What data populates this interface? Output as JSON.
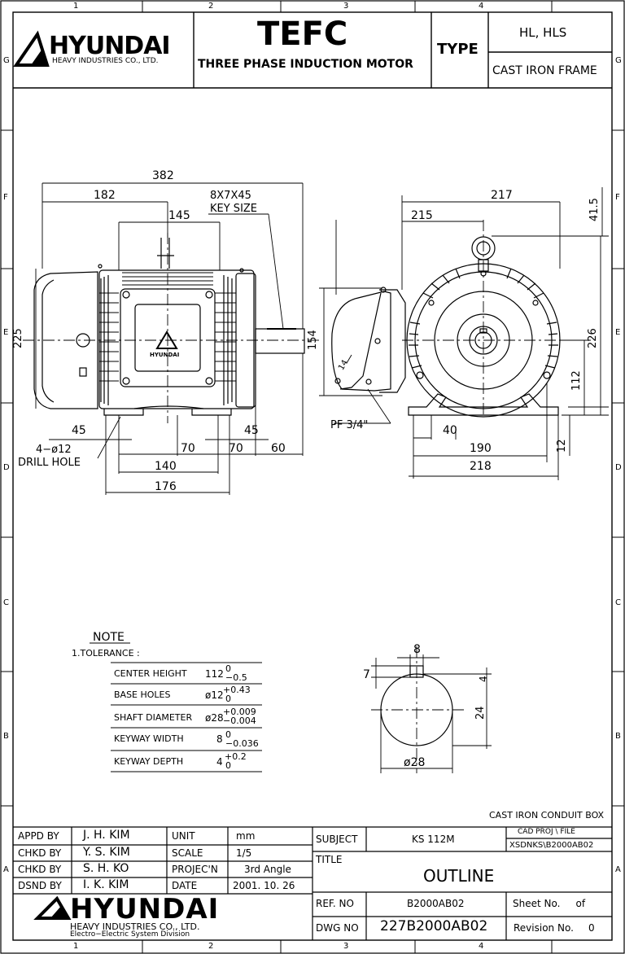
{
  "border": {
    "cols": [
      "1",
      "2",
      "3",
      "4"
    ],
    "rows": [
      "G",
      "F",
      "E",
      "D",
      "C",
      "B",
      "A"
    ]
  },
  "header": {
    "brand": "HYUNDAI",
    "brand_sub": "HEAVY INDUSTRIES CO., LTD.",
    "title": "TEFC",
    "subtitle": "THREE PHASE INDUCTION MOTOR",
    "type_label": "TYPE",
    "type_value": "HL, HLS",
    "frame": "CAST IRON FRAME"
  },
  "dims": {
    "d382": "382",
    "d182": "182",
    "d145": "145",
    "key1": "8X7X45",
    "key2": "KEY SIZE",
    "d225": "225",
    "d154": "154",
    "d45a": "45",
    "d45b": "45",
    "d70a": "70",
    "d70b": "70",
    "d60": "60",
    "d140": "140",
    "d176": "176",
    "drill1": "4−ø12",
    "drill2": "DRILL HOLE",
    "d217": "217",
    "d215": "215",
    "d415": "41.5",
    "d226": "226",
    "d112": "112",
    "d12": "12",
    "d40": "40",
    "d190": "190",
    "d218": "218",
    "pf": "PF 3/4\"",
    "d14": "14"
  },
  "note": {
    "title": "NOTE",
    "sub": "1.TOLERANCE :",
    "rows": [
      {
        "label": "CENTER HEIGHT",
        "nominal": "112",
        "upper": "0",
        "lower": "−0.5"
      },
      {
        "label": "BASE HOLES",
        "nominal": "ø12",
        "upper": "+0.43",
        "lower": "0"
      },
      {
        "label": "SHAFT DIAMETER",
        "nominal": "ø28",
        "upper": "+0.009",
        "lower": "−0.004"
      },
      {
        "label": "KEYWAY WIDTH",
        "nominal": "8",
        "upper": "0",
        "lower": "−0.036"
      },
      {
        "label": "KEYWAY DEPTH",
        "nominal": "4",
        "upper": "+0.2",
        "lower": "0"
      }
    ]
  },
  "shaft": {
    "w": "8",
    "d7": "7",
    "d4": "4",
    "d24": "24",
    "dia": "ø28"
  },
  "caption": "CAST IRON CONDUIT BOX",
  "titleblock": {
    "approvals": [
      {
        "role": "APPD  BY",
        "name": "J. H. KIM",
        "field": "UNIT",
        "value": "mm"
      },
      {
        "role": "CHKD  BY",
        "name": "Y. S. KIM",
        "field": "SCALE",
        "value": "1/5"
      },
      {
        "role": "CHKD  BY",
        "name": "S. H. KO",
        "field": "PROJEC'N",
        "value": "3rd Angle"
      },
      {
        "role": "DSND  BY",
        "name": "I. K. KIM",
        "field": "DATE",
        "value": "2001. 10. 26"
      }
    ],
    "brand": "HYUNDAI",
    "brand_sub1": "HEAVY  INDUSTRIES  CO.,  LTD.",
    "brand_sub2": "Electro−Electric System Division",
    "subject_label": "SUBJECT",
    "subject_value": "KS 112M",
    "cad_label": "CAD  PROJ      \\  FILE",
    "cad_value": "XSDNKS\\B2000AB02",
    "title_label": "TITLE",
    "title_value": "OUTLINE",
    "ref_label": "REF. NO",
    "ref_value": "B2000AB02",
    "sheet_label": "Sheet No.     of",
    "dwg_label": "DWG  NO",
    "dwg_value": "227B2000AB02",
    "rev_label": "Revision No.",
    "rev_value": "0"
  }
}
